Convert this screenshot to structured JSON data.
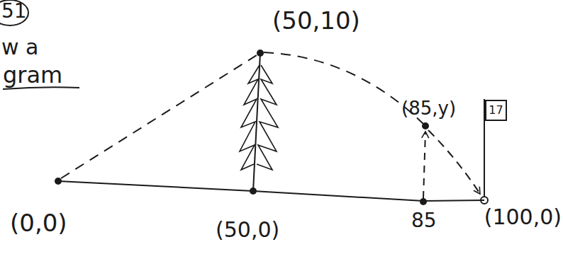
{
  "diagram": {
    "nodes": [
      {
        "text": [
          "17"
        ]
      }
    ],
    "labels": [
      "51",
      "w a",
      "gram",
      "(50,10)",
      "(85,y)",
      "(0,0)",
      "(50,0)",
      "85",
      "(100,0)"
    ]
  }
}
